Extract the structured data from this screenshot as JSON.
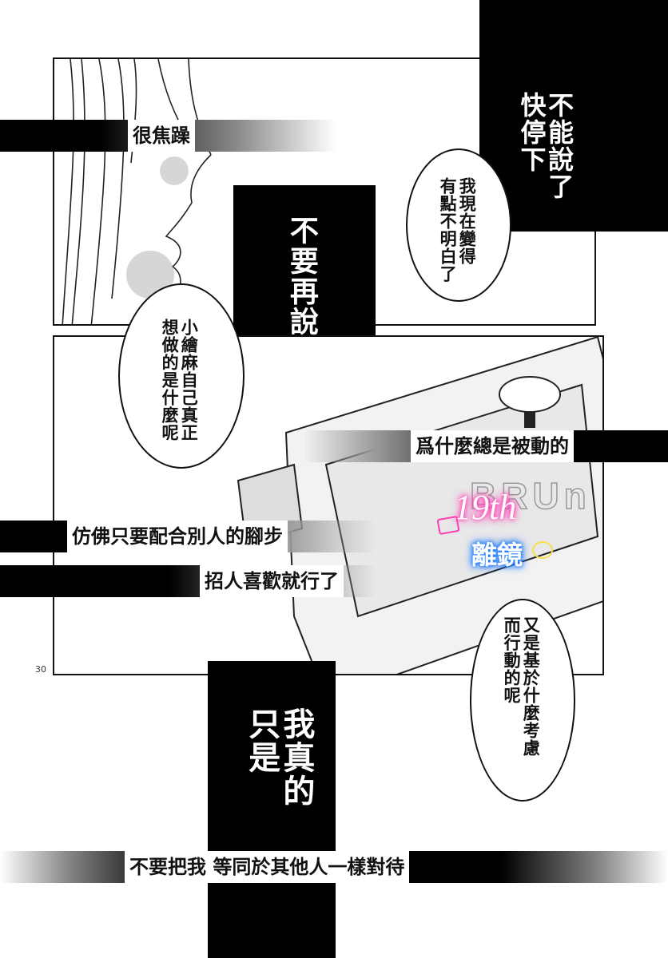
{
  "page": {
    "number": "30"
  },
  "top_panel": {
    "caption_bar": "很焦躁",
    "black_block_center": "不要再說了",
    "black_block_right": "不能說了\n快停下",
    "bubble_right": "我現在變得\n有點不明白了"
  },
  "middle_panel": {
    "bubble_left": "小繪麻自己真正\n想做的是什麼呢",
    "bar_right": "爲什麼總是被動的",
    "bar_left_1": "仿佛只要配合別人的腳步",
    "bar_left_2": "招人喜歡就行了",
    "bubble_bottom_right": "又是基於什麼考慮\n而行動的呢",
    "appliance_brand_text": "BRUn"
  },
  "bottom": {
    "black_block": "我真的\n只是",
    "bottom_bar": "不要把我 等同於其他人一樣對待"
  },
  "watermark": {
    "number_text": "19th",
    "name_text": "離鏡",
    "colors": {
      "pink": "#ff3fb4",
      "blue": "#1e7bff",
      "yellow": "#f6e04a"
    }
  }
}
